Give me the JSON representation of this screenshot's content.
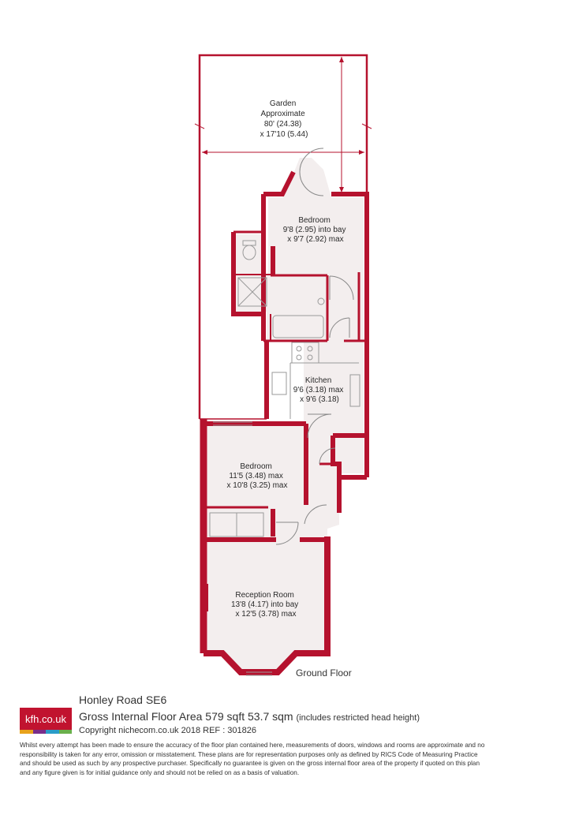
{
  "rooms": {
    "garden": [
      "Garden",
      "Approximate",
      "80' (24.38)",
      "x 17'10 (5.44)"
    ],
    "bedroom1": [
      "Bedroom",
      "9'8 (2.95) into bay",
      "x 9'7 (2.92) max"
    ],
    "kitchen": [
      "Kitchen",
      "9'6 (3.18) max",
      "x 9'6 (3.18)"
    ],
    "bedroom2": [
      "Bedroom",
      "11'5 (3.48) max",
      "x 10'8 (3.25) max"
    ],
    "reception": [
      "Reception Room",
      "13'8 (4.17) into bay",
      "x 12'5 (3.78) max"
    ]
  },
  "floor_label": "Ground Floor",
  "footer": {
    "address": "Honley Road  SE6",
    "area": "Gross Internal Floor Area 579 sqft 53.7 sqm",
    "area_note": "(includes restricted head height)",
    "copyright": "Copyright nichecom.co.uk 2018 REF : 301826",
    "disclaimer": "Whilst every attempt has been made to ensure the accuracy of the floor plan contained here, measurements of doors, windows and rooms are approximate and no responsibility is taken for any error, omission or misstatement. These plans are for representation purposes only as defined by RICS Code of Measuring Practice and should be used as such by any prospective purchaser. Specifically no guarantee is given on the gross internal floor area of the property if quoted on this plan and any figure given is for initial guidance only and should not be relied on as a basis of valuation."
  },
  "logo": {
    "text": "kfh.co.uk",
    "color": "#c1132f",
    "strip_colors": [
      "#e8a21c",
      "#7a2d8a",
      "#2a9cc8",
      "#6ab04c"
    ]
  },
  "colors": {
    "wall": "#b5122e",
    "floor": "#f3eeee"
  }
}
